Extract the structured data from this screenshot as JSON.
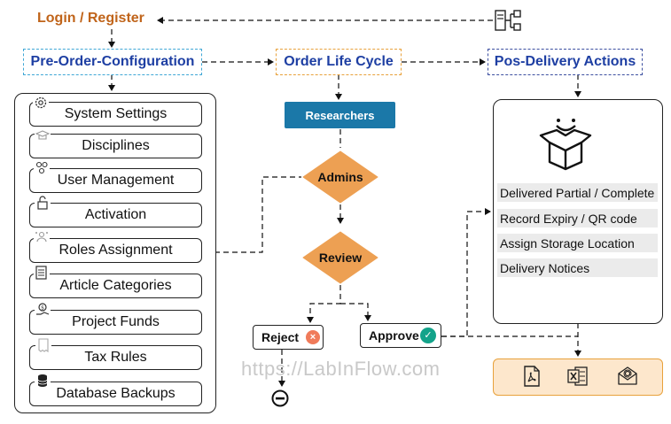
{
  "header": {
    "login": "Login / Register",
    "pre_order": "Pre-Order-Configuration",
    "order_life_cycle": "Order Life Cycle",
    "pos_delivery": "Pos-Delivery Actions"
  },
  "configuration_items": [
    {
      "label": "System Settings",
      "icon": "gear-icon"
    },
    {
      "label": "Disciplines",
      "icon": "graduation-cap-icon"
    },
    {
      "label": "User Management",
      "icon": "users-icon"
    },
    {
      "label": "Activation",
      "icon": "unlock-icon"
    },
    {
      "label": "Roles Assignment",
      "icon": "user-roles-icon"
    },
    {
      "label": "Article Categories",
      "icon": "document-list-icon"
    },
    {
      "label": "Project Funds",
      "icon": "money-hand-icon"
    },
    {
      "label": "Tax Rules",
      "icon": "receipt-icon"
    },
    {
      "label": "Database Backups",
      "icon": "database-icon"
    }
  ],
  "workflow": {
    "researchers": "Researchers",
    "admins": "Admins",
    "review": "Review",
    "reject": "Reject",
    "approve": "Approve"
  },
  "delivery_actions": [
    "Delivered Partial / Complete",
    "Record Expiry / QR code",
    "Assign Storage Location",
    "Delivery Notices"
  ],
  "export_icons": [
    "pdf-file-icon",
    "excel-file-icon",
    "email-icon"
  ],
  "watermark": "https://LabInFlow.com",
  "colors": {
    "login_text": "#c0641a",
    "header_text": "#1e3fa3",
    "researchers_bg": "#1b78a8",
    "diamond_fill": "#eda053",
    "reject_icon": "#f07b5a",
    "approve_icon": "#13a38a",
    "export_bg": "#fde7cc"
  }
}
